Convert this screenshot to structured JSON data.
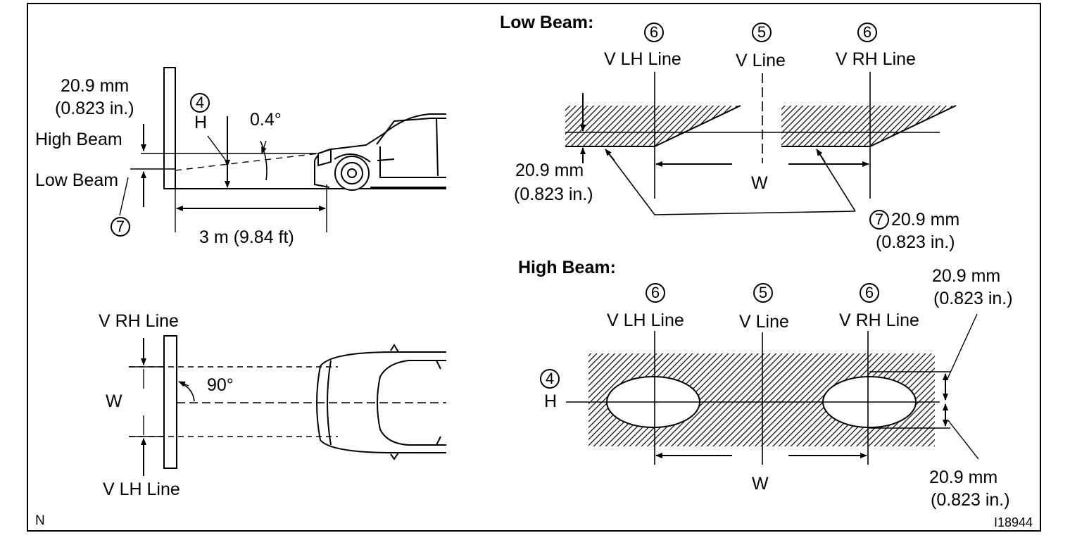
{
  "diagram": {
    "figure_id": "I18944",
    "corner_letter": "N",
    "side_view": {
      "offset_value": "20.9 mm",
      "offset_value_in": "(0.823 in.)",
      "high_beam_label": "High Beam",
      "low_beam_label": "Low Beam",
      "callout_h": "4",
      "h_label": "H",
      "angle_label": "0.4°",
      "callout_7": "7",
      "distance_label": "3 m (9.84 ft)"
    },
    "top_view": {
      "v_rh_label": "V RH Line",
      "v_lh_label": "V LH Line",
      "w_label": "W",
      "angle_label": "90°"
    },
    "low_beam_chart": {
      "title": "Low Beam:",
      "callout_left": "6",
      "callout_center": "5",
      "callout_right": "6",
      "v_lh_label": "V LH Line",
      "v_line_label": "V Line",
      "v_rh_label": "V RH Line",
      "offset_value": "20.9 mm",
      "offset_value_in": "(0.823 in.)",
      "w_label": "W",
      "callout_7": "7",
      "cutoff_value": "20.9 mm",
      "cutoff_value_in": "(0.823 in.)"
    },
    "high_beam_chart": {
      "title": "High Beam:",
      "callout_left": "6",
      "callout_center": "5",
      "callout_right": "6",
      "v_lh_label": "V LH Line",
      "v_line_label": "V Line",
      "v_rh_label": "V RH Line",
      "callout_h": "4",
      "h_label": "H",
      "upper_value": "20.9 mm",
      "upper_value_in": "(0.823 in.)",
      "lower_value": "20.9 mm",
      "lower_value_in": "(0.823 in.)",
      "w_label": "W"
    }
  }
}
